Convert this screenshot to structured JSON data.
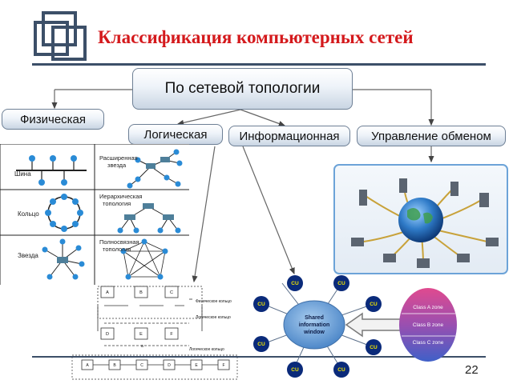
{
  "slide": {
    "title": "Классификация компьютерных сетей",
    "page_number": "22"
  },
  "diagram": {
    "root": "По сетевой топологии",
    "branches": [
      "Физическая",
      "Логическая",
      "Информационная",
      "Управление обменом"
    ]
  },
  "physical_topologies": {
    "bus": "Шина",
    "extended_star": [
      "Расширенная",
      "звезда"
    ],
    "ring": "Кольцо",
    "hierarchical": [
      "Иерархическая",
      "топология"
    ],
    "star": "Звезда",
    "full_mesh": [
      "Полносвязная",
      "топология"
    ]
  },
  "logical_ring": {
    "nodes_top": [
      "A",
      "B",
      "C"
    ],
    "nodes_bottom": [
      "D",
      "E",
      "F"
    ],
    "legend_physical": "Физическое кольцо",
    "legend_logical": "Логическое кольцо",
    "caption_a": "а",
    "caption_logical": "Логическое кольцо",
    "chain_nodes": [
      "A",
      "B",
      "C",
      "D",
      "E",
      "F"
    ]
  },
  "information": {
    "center": [
      "Shared",
      "information",
      "window"
    ],
    "node": "CU",
    "zones": [
      "Class A zone",
      "Class B zone",
      "Class C zone"
    ]
  },
  "colors": {
    "title": "#d4191c",
    "pill_border": "#6d7f95",
    "rule": "#3c4f68",
    "window_fill": "#5b9bd5",
    "cu_fill": "#0a2a7a",
    "cu_text": "#f2e600"
  }
}
